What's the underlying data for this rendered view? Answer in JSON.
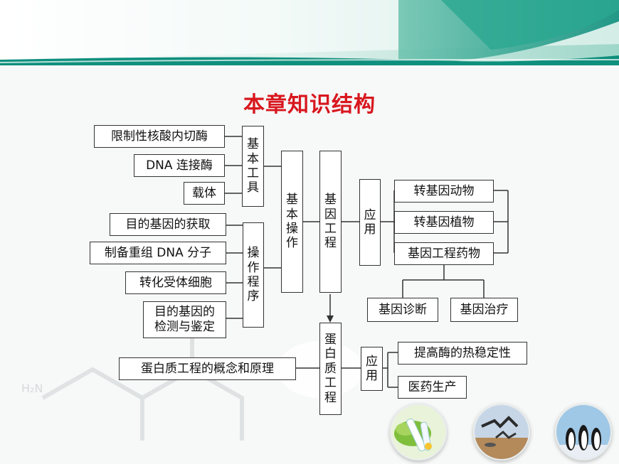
{
  "title": "本章知识结构",
  "left_top": [
    "限制性核酸内切酶",
    "DNA 连接酶",
    "载体"
  ],
  "tools_label": "基本工具",
  "left_mid": [
    "目的基因的获取",
    "制备重组 DNA 分子",
    "转化受体细胞",
    "目的基因的检测与鉴定"
  ],
  "procedure_label": "操作程序",
  "basic_ops_label": "基本操作",
  "gene_eng_label": "基因工程",
  "application_label": "应用",
  "apps": [
    "转基因动物",
    "转基因植物",
    "基因工程药物"
  ],
  "drug_apps": [
    "基因诊断",
    "基因治疗"
  ],
  "protein_basis": "蛋白质工程的概念和原理",
  "protein_eng_label": "蛋白质工程",
  "protein_application_label": "应用",
  "protein_apps": [
    "提高酶的热稳定性",
    "医药生产"
  ],
  "colors": {
    "title": "#d8171e",
    "banner": "#1b9c8a",
    "border": "#333333"
  },
  "decor_icons": [
    "test-tube-photo",
    "birds-photo",
    "penguins-photo"
  ]
}
